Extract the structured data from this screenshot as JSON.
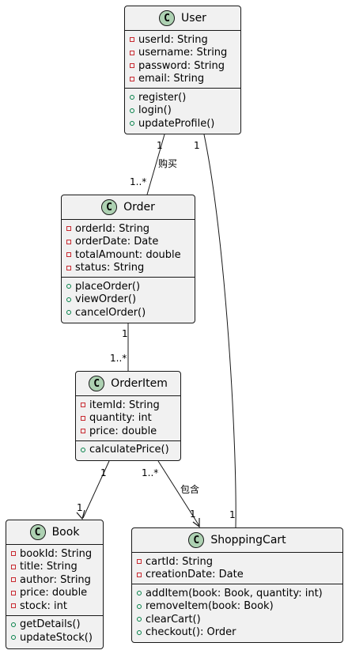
{
  "diagram": {
    "classes": {
      "user": {
        "name": "User",
        "stereotype_icon": "C",
        "attributes": [
          "userId: String",
          "username: String",
          "password: String",
          "email: String"
        ],
        "methods": [
          "register()",
          "login()",
          "updateProfile()"
        ]
      },
      "order": {
        "name": "Order",
        "stereotype_icon": "C",
        "attributes": [
          "orderId: String",
          "orderDate: Date",
          "totalAmount: double",
          "status: String"
        ],
        "methods": [
          "placeOrder()",
          "viewOrder()",
          "cancelOrder()"
        ]
      },
      "orderitem": {
        "name": "OrderItem",
        "stereotype_icon": "C",
        "attributes": [
          "itemId: String",
          "quantity: int",
          "price: double"
        ],
        "methods": [
          "calculatePrice()"
        ]
      },
      "book": {
        "name": "Book",
        "stereotype_icon": "C",
        "attributes": [
          "bookId: String",
          "title: String",
          "author: String",
          "price: double",
          "stock: int"
        ],
        "methods": [
          "getDetails()",
          "updateStock()"
        ]
      },
      "cart": {
        "name": "ShoppingCart",
        "stereotype_icon": "C",
        "attributes": [
          "cartId: String",
          "creationDate: Date"
        ],
        "methods": [
          "addItem(book: Book, quantity: int)",
          "removeItem(book: Book)",
          "clearCart()",
          "checkout(): Order"
        ]
      }
    },
    "relations": {
      "user_order": {
        "label": "购买",
        "from_mult": "1",
        "to_mult": "1..*"
      },
      "order_orderitem": {
        "from_mult": "1",
        "to_mult": "1..*"
      },
      "orderitem_book": {
        "from_mult": "1",
        "to_mult": "1"
      },
      "orderitem_cart": {
        "label": "包含",
        "from_mult": "1..*",
        "to_mult": "1"
      },
      "user_cart": {
        "from_mult": "1",
        "to_mult": "1"
      }
    },
    "colors": {
      "class_fill": "#f1f1f1",
      "border": "#181818",
      "badge": "#add1b2",
      "private_marker": "#c82930",
      "public_marker": "#038048"
    }
  }
}
